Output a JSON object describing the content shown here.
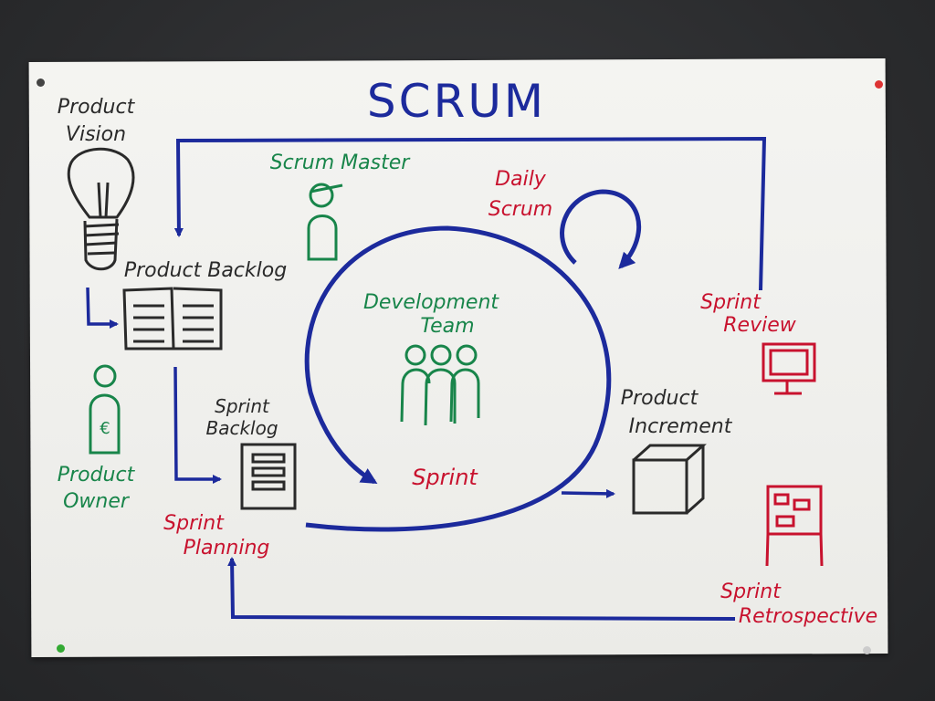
{
  "title": "SCRUM",
  "colors": {
    "blue": "#1c2a9c",
    "green": "#18854a",
    "red": "#c8122e",
    "black": "#2a2a2a"
  },
  "labels": {
    "product_vision_1": "Product",
    "product_vision_2": "Vision",
    "product_backlog": "Product Backlog",
    "scrum_master": "Scrum Master",
    "daily_scrum_1": "Daily",
    "daily_scrum_2": "Scrum",
    "development_team_1": "Development",
    "development_team_2": "Team",
    "sprint_review_1": "Sprint",
    "sprint_review_2": "Review",
    "product_owner_1": "Product",
    "product_owner_2": "Owner",
    "sprint_backlog_1": "Sprint",
    "sprint_backlog_2": "Backlog",
    "sprint": "Sprint",
    "product_increment_1": "Product",
    "product_increment_2": "Increment",
    "sprint_planning_1": "Sprint",
    "sprint_planning_2": "Planning",
    "sprint_retrospective_1": "Sprint",
    "sprint_retrospective_2": "Retrospective",
    "euro_symbol": "€"
  },
  "icons": [
    "lightbulb-icon",
    "open-book-icon",
    "person-icon",
    "team-icon",
    "document-icon",
    "box-icon",
    "monitor-icon",
    "board-icon",
    "cycle-arrow-icon"
  ]
}
